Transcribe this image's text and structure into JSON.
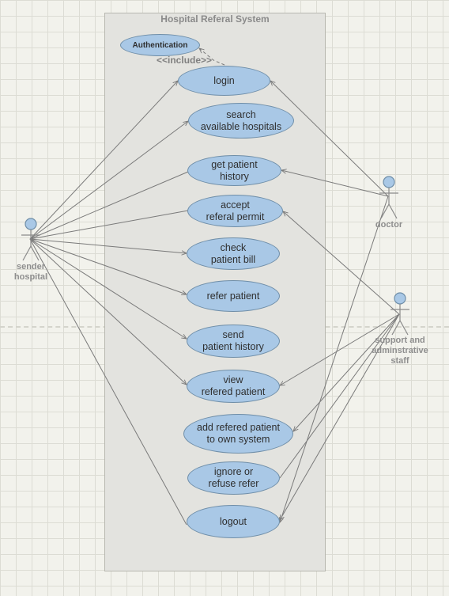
{
  "system": {
    "title": "Hospital Referal System"
  },
  "include_label": "<<include>>",
  "actors": {
    "sender": {
      "label": "sender\nhospital"
    },
    "doctor": {
      "label": "doctor"
    },
    "staff": {
      "label": "support and\nadminstrative\nstaff"
    }
  },
  "use_cases": {
    "authentication": "Authentication",
    "login": "login",
    "search": "search\navailable hospitals",
    "history": "get patient\nhistory",
    "accept": "accept\nreferal permit",
    "bill": "check\npatient bill",
    "refer": "refer patient",
    "send": "send\npatient history",
    "view": "view\nrefered patient",
    "add": "add refered patient\nto own system",
    "ignore": "ignore or\nrefuse refer",
    "logout": "logout"
  },
  "colors": {
    "use_case_fill": "#a9c8e6",
    "use_case_border": "#6f8ea8",
    "actor_fill": "#a9c8e6",
    "system_fill": "#e3e3df",
    "line": "#7a7a7a"
  }
}
